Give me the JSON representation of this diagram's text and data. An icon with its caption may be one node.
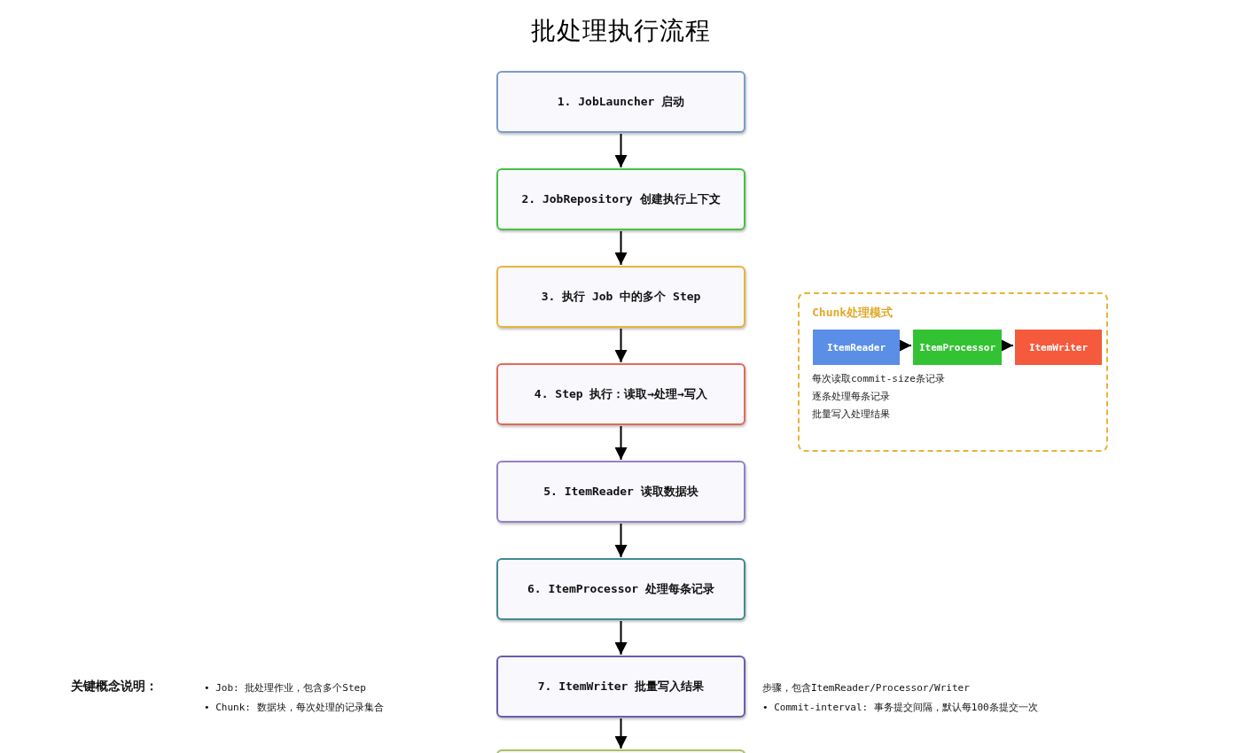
{
  "diagram": {
    "title": "批处理执行流程",
    "nodes": [
      {
        "text": [
          "1. JobLauncher 启动"
        ]
      },
      {
        "text": [
          "2. JobRepository 创建执行上下文"
        ]
      },
      {
        "text": [
          "3. 执行 Job 中的多个 Step"
        ]
      },
      {
        "text": [
          "4. Step 执行：读取→处理→写入"
        ]
      },
      {
        "text": [
          "5. ItemReader 读取数据块"
        ]
      },
      {
        "text": [
          "6. ItemProcessor 处理每条记录"
        ]
      },
      {
        "text": [
          "7. ItemWriter 批量写入结果"
        ]
      },
      {
        "text": [],
        "shape": "box"
      },
      {
        "text": [
          "Chunk处理模式",
          "每次读取commit-size条记录",
          "逐条处理每条记录",
          "批量写入处理结果"
        ]
      },
      {
        "text": [
          "ItemReader"
        ],
        "in": 8
      },
      {
        "text": [
          "ItemProcessor"
        ],
        "in": 8
      },
      {
        "text": [
          "ItemWriter"
        ],
        "in": 8
      }
    ],
    "edges": [
      {
        "from": 0,
        "to": 1,
        "arrow": "to"
      },
      {
        "from": 1,
        "to": 2,
        "arrow": "to"
      },
      {
        "from": 2,
        "to": 3,
        "arrow": "to"
      },
      {
        "from": 3,
        "to": 4,
        "arrow": "to"
      },
      {
        "from": 4,
        "to": 5,
        "arrow": "to"
      },
      {
        "from": 5,
        "to": 6,
        "arrow": "to"
      },
      {
        "from": 6,
        "to": 7,
        "arrow": "to"
      },
      {
        "from": 9,
        "to": 10,
        "arrow": "to"
      },
      {
        "from": 10,
        "to": 11,
        "arrow": "to"
      }
    ],
    "labels": [
      "关键概念说明：",
      "• Job: 批处理作业，包含多个Step",
      "• Chunk: 数据块，每次处理的记录集合",
      "步骤，包含ItemReader/Processor/Writer",
      "• Commit-interval: 事务提交间隔，默认每100条提交一次"
    ]
  }
}
